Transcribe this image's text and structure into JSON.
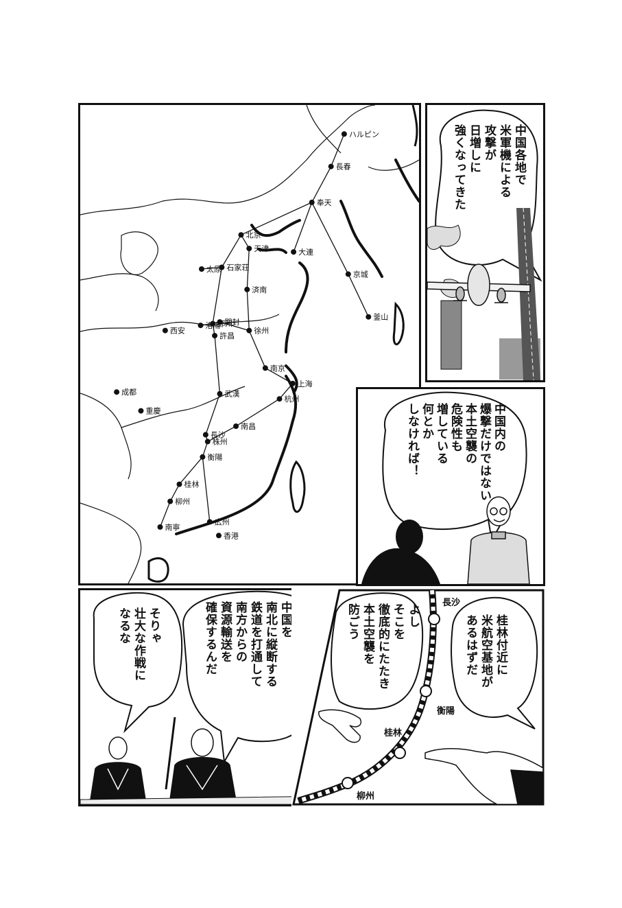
{
  "map": {
    "cities": [
      {
        "name": "ハルピン",
        "lon": 126.6,
        "lat": 45.8
      },
      {
        "name": "長春",
        "lon": 125.3,
        "lat": 43.9
      },
      {
        "name": "奉天",
        "lon": 123.4,
        "lat": 41.8
      },
      {
        "name": "北京",
        "lon": 116.4,
        "lat": 39.9
      },
      {
        "name": "天津",
        "lon": 117.2,
        "lat": 39.1
      },
      {
        "name": "大連",
        "lon": 121.6,
        "lat": 38.9
      },
      {
        "name": "京城",
        "lon": 127.0,
        "lat": 37.6
      },
      {
        "name": "太原",
        "lon": 112.5,
        "lat": 37.9
      },
      {
        "name": "石家荘",
        "lon": 114.5,
        "lat": 38.0
      },
      {
        "name": "済南",
        "lon": 117.0,
        "lat": 36.7
      },
      {
        "name": "釜山",
        "lon": 129.0,
        "lat": 35.1
      },
      {
        "name": "西安",
        "lon": 108.9,
        "lat": 34.3
      },
      {
        "name": "洛陽",
        "lon": 112.4,
        "lat": 34.6
      },
      {
        "name": "鄭州",
        "lon": 113.6,
        "lat": 34.7
      },
      {
        "name": "開封",
        "lon": 114.3,
        "lat": 34.8
      },
      {
        "name": "徐州",
        "lon": 117.2,
        "lat": 34.3
      },
      {
        "name": "許昌",
        "lon": 113.8,
        "lat": 34.0
      },
      {
        "name": "南京",
        "lon": 118.8,
        "lat": 32.1
      },
      {
        "name": "上海",
        "lon": 121.5,
        "lat": 31.2
      },
      {
        "name": "武漢",
        "lon": 114.3,
        "lat": 30.6
      },
      {
        "name": "杭州",
        "lon": 120.2,
        "lat": 30.3
      },
      {
        "name": "成都",
        "lon": 104.1,
        "lat": 30.7
      },
      {
        "name": "重慶",
        "lon": 106.5,
        "lat": 29.6
      },
      {
        "name": "長沙",
        "lon": 112.9,
        "lat": 28.2
      },
      {
        "name": "南昌",
        "lon": 115.9,
        "lat": 28.7
      },
      {
        "name": "衡陽",
        "lon": 112.6,
        "lat": 26.9
      },
      {
        "name": "株州",
        "lon": 113.1,
        "lat": 27.8
      },
      {
        "name": "桂林",
        "lon": 110.3,
        "lat": 25.3
      },
      {
        "name": "柳州",
        "lon": 109.4,
        "lat": 24.3
      },
      {
        "name": "広州",
        "lon": 113.3,
        "lat": 23.1
      },
      {
        "name": "南寧",
        "lon": 108.4,
        "lat": 22.8
      },
      {
        "name": "香港",
        "lon": 114.2,
        "lat": 22.3
      }
    ]
  },
  "panels": {
    "p2": {
      "speech": "中国各地で\n米軍機による\n攻撃が\n日増しに\n強くなってきた"
    },
    "p3": {
      "speech": "中国内の\n爆撃だけではない\n本土空襲の\n危険性も\n増している\n何とか\nしなければ！"
    },
    "p4": {
      "speech_left": "そりゃ\n壮大な作戦に\nなるな",
      "speech_right": "ついでに\n中国を\n南北に縦断する\n鉄道を打通して\n南方からの\n資源輸送を\n確保するんだ"
    },
    "p5": {
      "speech_left": "よし\nそこを\n徹底的にたたき\n本土空襲を\n防ごう",
      "speech_right": "桂林付近に\n米航空基地が\nあるはずだ",
      "rail_labels": {
        "changsha": "長沙",
        "hengyang": "衡陽",
        "guilin": "桂林",
        "liuzhou": "柳州"
      }
    }
  }
}
